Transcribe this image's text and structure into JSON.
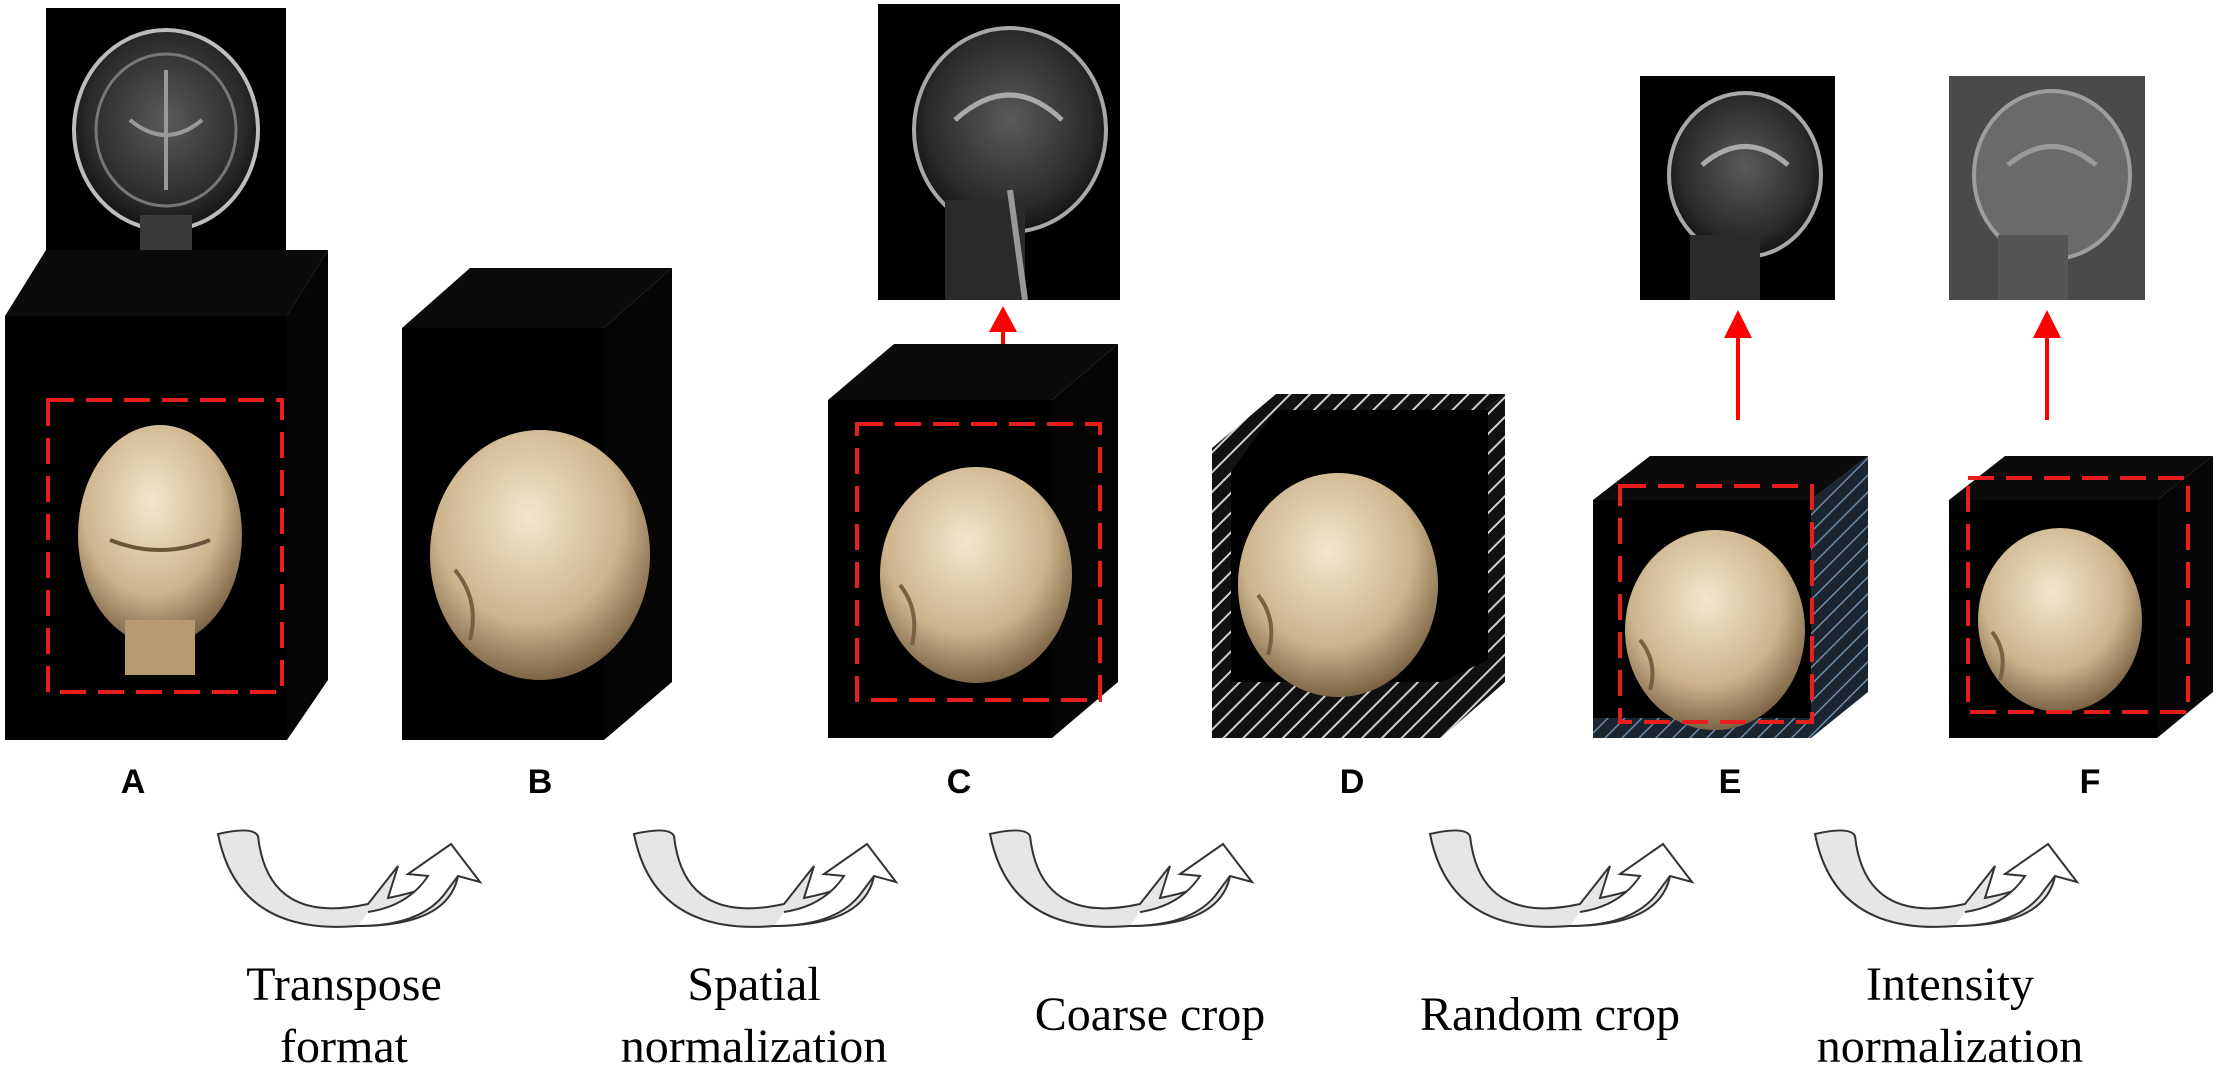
{
  "panels": [
    {
      "id": "A",
      "label": "A",
      "slice_view": "coronal-mri-slice"
    },
    {
      "id": "B",
      "label": "B"
    },
    {
      "id": "C",
      "label": "C",
      "slice_view": "sagittal-mri-slice"
    },
    {
      "id": "D",
      "label": "D"
    },
    {
      "id": "E",
      "label": "E",
      "slice_view": "sagittal-mri-slice"
    },
    {
      "id": "F",
      "label": "F",
      "slice_view": "sagittal-mri-slice-normalized"
    }
  ],
  "steps": [
    {
      "lines": [
        "Transpose",
        "format"
      ]
    },
    {
      "lines": [
        "Spatial",
        "normalization"
      ]
    },
    {
      "lines": [
        "Coarse crop"
      ]
    },
    {
      "lines": [
        "Random crop"
      ]
    },
    {
      "lines": [
        "Intensity",
        "normalization"
      ]
    }
  ],
  "colors": {
    "cube_face": "#000000",
    "crop_box": "#e61e1e",
    "pointer_arrow": "#ff0000",
    "head": "#d8c3a0",
    "curved_arrow_fill": "#e6e6e6",
    "curved_arrow_stroke": "#333333"
  },
  "icons": [
    "head-render-icon",
    "mri-slice-icon",
    "curved-arrow-icon",
    "up-arrow-icon"
  ]
}
